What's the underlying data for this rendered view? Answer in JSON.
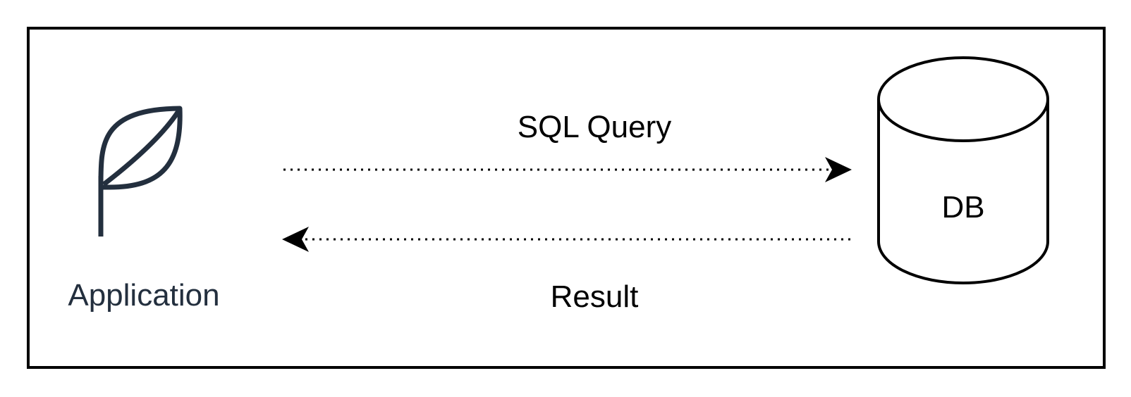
{
  "diagram": {
    "application_label": "Application",
    "db_label": "DB",
    "query_label": "SQL Query",
    "result_label": "Result"
  },
  "colors": {
    "frame": "#000000",
    "icon": "#232f3e",
    "text": "#000000",
    "background": "#ffffff"
  },
  "icons": {
    "application": "leaf-icon",
    "database": "cylinder-database-icon"
  }
}
